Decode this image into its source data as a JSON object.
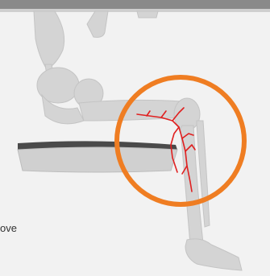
{
  "caption": {
    "cropped_text": "ove"
  },
  "colors": {
    "background": "#f2f2f2",
    "bone": "#d4d4d4",
    "bone_outline": "#c4c4c4",
    "top_bar": "#8a8a8a",
    "seat_top": "#4a4a4a",
    "seat_body": "#d0d0d0",
    "highlight_ring": "#ef7d22",
    "blood_vessels": "#e02020",
    "text": "#333333"
  },
  "icons": {
    "skeleton": "seated-skeleton-illustration",
    "seat": "seat-cushion-illustration",
    "ring": "highlight-circle",
    "vessels": "blood-vessel-network"
  }
}
